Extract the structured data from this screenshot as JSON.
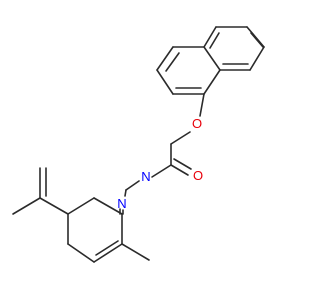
{
  "molecule": {
    "atoms": [
      {
        "label": "O",
        "color": "#e8000b"
      },
      {
        "label": "O",
        "color": "#e8000b"
      },
      {
        "label": "N",
        "color": "#0000ff"
      },
      {
        "label": "N",
        "color": "#0000ff"
      }
    ]
  }
}
